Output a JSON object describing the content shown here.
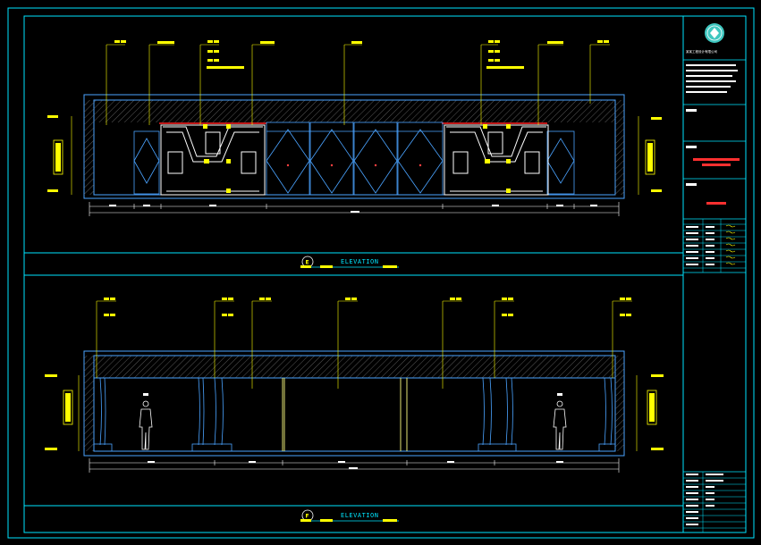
{
  "drawing": {
    "elevation_top": {
      "label": "ELEVATION"
    },
    "elevation_bottom": {
      "label": "ELEVATION"
    },
    "section_marker_top": "E",
    "section_marker_bottom": "F",
    "title_block": {
      "company": "某某工程设计有限公司"
    },
    "colors": {
      "frame": "#00e5ff",
      "leader": "#ffff00",
      "wall": "#4aa3ff",
      "cabinet": "#ffffff",
      "accent_red": "#ff2020",
      "hatch": "#7a7a7a",
      "logo": "#3fc7c0"
    }
  }
}
